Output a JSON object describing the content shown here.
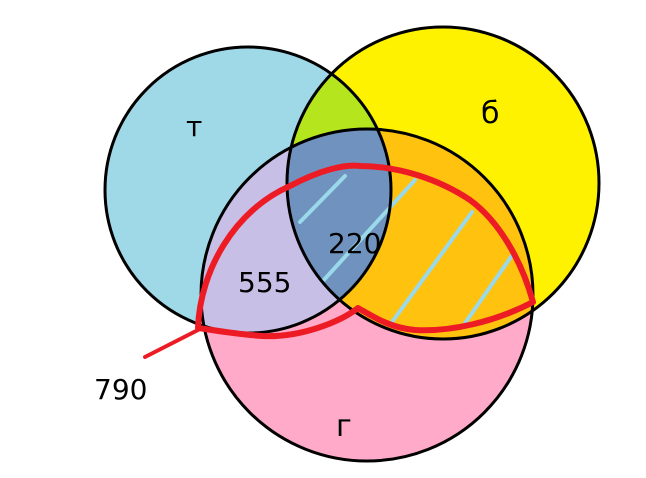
{
  "diagram": {
    "circle_labels": {
      "t": "т",
      "b": "б",
      "g": "г"
    },
    "region_values": {
      "t_g_only": "555",
      "t_b_g": "220",
      "callout": "790"
    },
    "colors": {
      "circle_t": "#9fd9e8",
      "circle_b": "#fff200",
      "circle_g": "#ffaac8",
      "t_b": "#b5e61d",
      "t_g": "#c8bfe7",
      "b_g": "#ffc20e",
      "t_b_g": "#7092be",
      "outline": "#000000",
      "highlight": "#ed1c24",
      "hatch": "#99d9ea"
    }
  }
}
